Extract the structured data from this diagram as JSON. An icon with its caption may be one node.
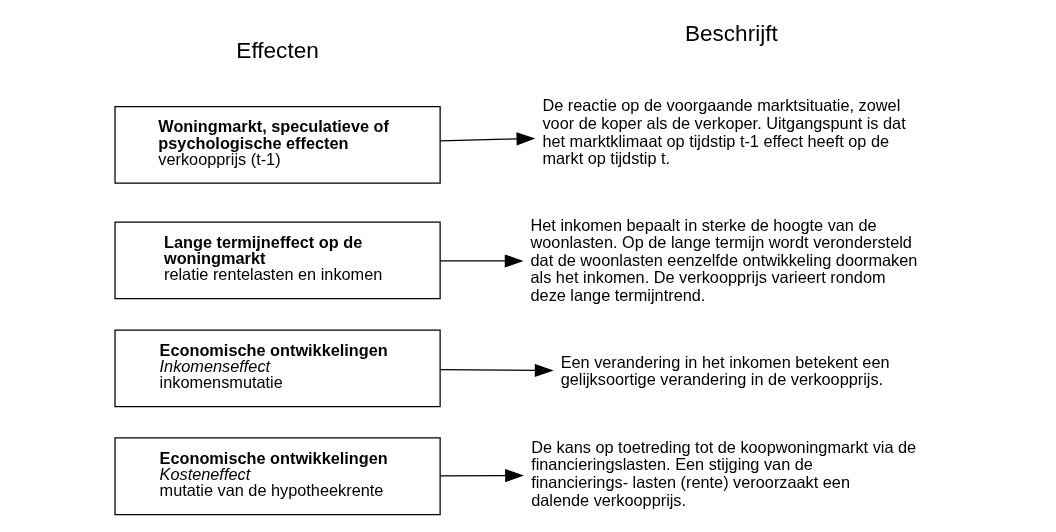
{
  "diagram": {
    "nodes": [
      {
        "text": [
          "Woningmarkt, speculatieve of psychologische effecten",
          "verkoopprijs (t-1)"
        ]
      },
      {
        "text": [
          "Lange termijneffect op de woningmarkt",
          "relatie rentelasten en inkomen"
        ]
      },
      {
        "text": [
          "Economische ontwikkelingen",
          "Inkomenseffect",
          "inkomensmutatie"
        ]
      },
      {
        "text": [
          "Economische ontwikkelingen",
          "Kosteneffect",
          "mutatie van de hypotheekrente"
        ]
      },
      {
        "text": [
          "De reactie op de voorgaande marktsituatie, zowel voor de koper als de verkoper. Uitgangspunt is dat het marktklimaat op tijdstip t-1 effect heeft op de markt op tijdstip t."
        ]
      },
      {
        "text": [
          "Het inkomen bepaalt in sterke de hoogte van de woonlasten. Op de lange termijn wordt verondersteld dat de woonlasten eenzelfde ontwikkeling doormaken als het inkomen. De verkoopprijs varieert rondom deze lange termijntrend."
        ]
      },
      {
        "text": [
          "Een verandering in het inkomen betekent een gelijksoortige verandering in de verkoopprijs."
        ]
      },
      {
        "text": [
          "De kans op toetreding tot de koopwoningmarkt via de financieringslasten. Een stijging van de financierings- lasten (rente) veroorzaakt een dalende verkoopprijs."
        ]
      }
    ],
    "edges": [
      {
        "from": 0,
        "to": 4,
        "arrow": "to"
      },
      {
        "from": 1,
        "to": 5,
        "arrow": "to"
      },
      {
        "from": 2,
        "to": 6,
        "arrow": "to"
      },
      {
        "from": 3,
        "to": 7,
        "arrow": "to"
      }
    ],
    "labels": [
      "Effecten",
      "Beschrijft"
    ]
  }
}
